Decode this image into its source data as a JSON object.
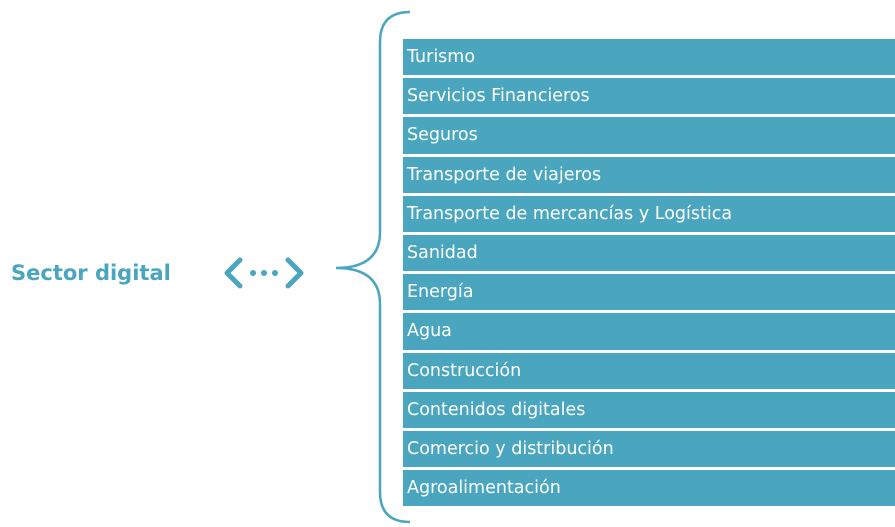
{
  "title": "Sector digital",
  "accent_color": "#4aa5bf",
  "icon": "bidirectional-chevron-dots-icon",
  "sectors": [
    "Turismo",
    "Servicios Financieros",
    "Seguros",
    "Transporte de viajeros",
    "Transporte de mercancías y Logística",
    "Sanidad",
    "Energía",
    "Agua",
    "Construcción",
    "Contenidos digitales",
    "Comercio y distribución",
    "Agroalimentación"
  ]
}
